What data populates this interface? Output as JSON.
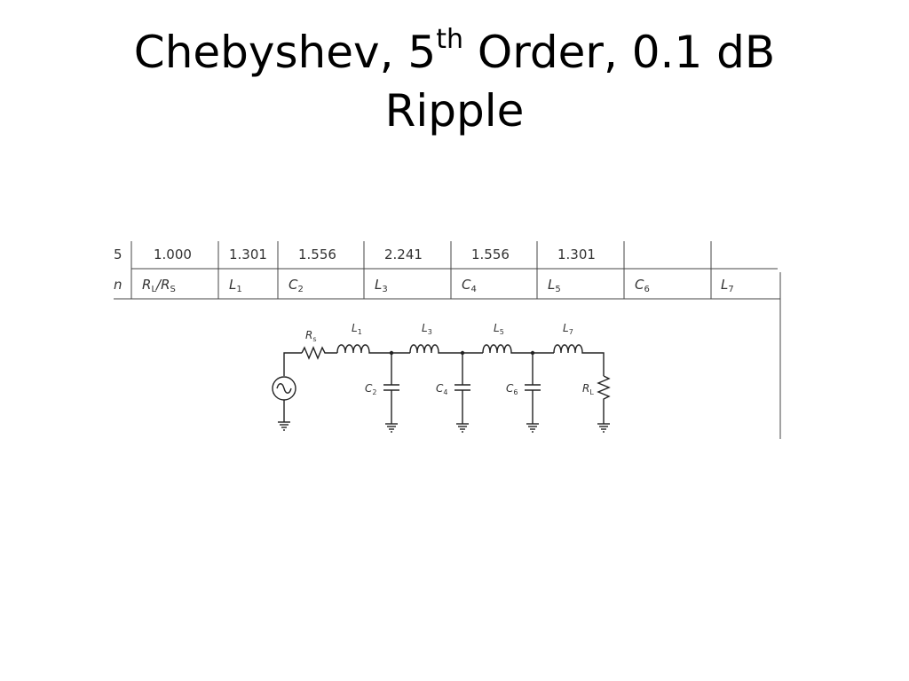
{
  "title": {
    "line1_before": "Chebyshev, 5",
    "sup": "th",
    "line1_after": " Order, 0.1 dB",
    "line2": "Ripple"
  },
  "table": {
    "value_row": [
      "5",
      "1.000",
      "1.301",
      "1.556",
      "2.241",
      "1.556",
      "1.301",
      "",
      ""
    ],
    "header_row": [
      {
        "main": "n",
        "sub": ""
      },
      {
        "main": "R",
        "sub": "L",
        "suffix": "/R",
        "sub2": "S"
      },
      {
        "main": "L",
        "sub": "1"
      },
      {
        "main": "C",
        "sub": "2"
      },
      {
        "main": "L",
        "sub": "3"
      },
      {
        "main": "C",
        "sub": "4"
      },
      {
        "main": "L",
        "sub": "5"
      },
      {
        "main": "C",
        "sub": "6"
      },
      {
        "main": "L",
        "sub": "7"
      }
    ]
  },
  "circuit": {
    "labels": {
      "rs": {
        "main": "R",
        "sub": "s"
      },
      "l1": {
        "main": "L",
        "sub": "1"
      },
      "l3": {
        "main": "L",
        "sub": "3"
      },
      "l5": {
        "main": "L",
        "sub": "5"
      },
      "l7": {
        "main": "L",
        "sub": "7"
      },
      "c2": {
        "main": "C",
        "sub": "2"
      },
      "c4": {
        "main": "C",
        "sub": "4"
      },
      "c6": {
        "main": "C",
        "sub": "6"
      },
      "rl": {
        "main": "R",
        "sub": "L"
      }
    }
  }
}
